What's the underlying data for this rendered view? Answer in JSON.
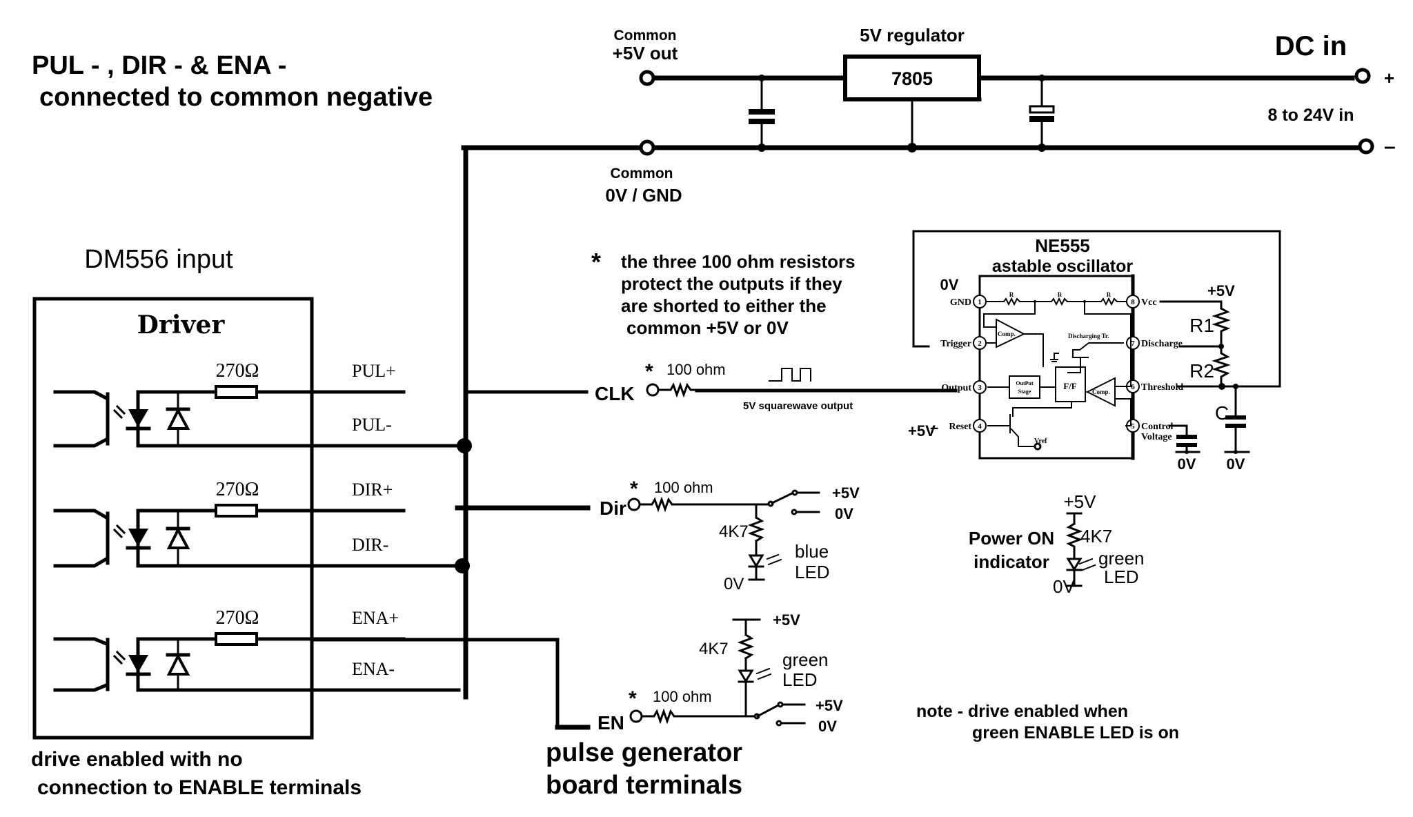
{
  "notes": {
    "common_negative_line1": "PUL -  , DIR - & ENA -",
    "common_negative_line2": "connected to common negative",
    "drive_enabled_line1": "drive enabled with no",
    "drive_enabled_line2": "connection to  ENABLE terminals",
    "resistor_note_star": "*",
    "resistor_note_line1": "the three 100 ohm resistors",
    "resistor_note_line2": "protect the outputs if they",
    "resistor_note_line3": "are shorted to either the",
    "resistor_note_line4": "common  +5V or 0V",
    "enable_note_line1": "note - drive  enabled when",
    "enable_note_line2": "green ENABLE  LED is on",
    "board_terminals_line1": "pulse generator",
    "board_terminals_line2": "board terminals"
  },
  "power_supply": {
    "regulator_title": "5V regulator",
    "regulator_part": "7805",
    "out_label_top": "Common",
    "out_label": "+5V out",
    "gnd_label_top": "Common",
    "gnd_label": "0V / GND",
    "dc_in_title": "DC in",
    "dc_in_range": "8 to 24V in",
    "plus_sign": "+",
    "minus_sign": "–"
  },
  "driver": {
    "section_title": "DM556 input",
    "box_title": "Driver",
    "resistor_value": "270Ω",
    "channels": [
      {
        "plus": "PUL+",
        "minus": "PUL-"
      },
      {
        "plus": "DIR+",
        "minus": "DIR-"
      },
      {
        "plus": "ENA+",
        "minus": "ENA-"
      }
    ]
  },
  "board": {
    "star": "*",
    "resistor_label": "100 ohm",
    "clk_label": "CLK",
    "dir_label": "Dir",
    "en_label": "EN",
    "squarewave_label": "5V  squarewave output",
    "pullup_value": "4K7",
    "v5": "+5V",
    "v0": "0V",
    "blue_led_line1": "blue",
    "blue_led_line2": "LED",
    "green_led_line1": "green",
    "green_led_line2": "LED"
  },
  "power_indicator": {
    "label_line1": "Power ON",
    "label_line2": "indicator",
    "v5": "+5V",
    "v0": "0V",
    "resistor": "4K7",
    "led_line1": "green",
    "led_line2": "LED"
  },
  "ne555": {
    "title": "NE555",
    "subtitle": "astable oscillator",
    "gnd_rail": "0V",
    "vcc_rail": "+5V",
    "pins": [
      {
        "num": "1",
        "name": "GND"
      },
      {
        "num": "2",
        "name": "Trigger"
      },
      {
        "num": "3",
        "name": "Output"
      },
      {
        "num": "4",
        "name": "Reset"
      },
      {
        "num": "5",
        "name": "Control"
      },
      {
        "num": "6",
        "name": "Threshold"
      },
      {
        "num": "7",
        "name": "Discharge"
      },
      {
        "num": "8",
        "name": "Vcc"
      }
    ],
    "control_line2": "Voltage",
    "reset_supply": "+5V",
    "reset_dash": "–",
    "internal_r": "R",
    "comp_label": "Comp.",
    "discharge_tr": "Discharging Tr.",
    "output_stage_line1": "OutPut",
    "output_stage_line2": "Stage",
    "flipflop": "F/F",
    "vref": "Vref",
    "r1": "R1",
    "r2": "R2",
    "c": "C",
    "cap_gnd1": "0V",
    "cap_gnd2": "0V"
  }
}
